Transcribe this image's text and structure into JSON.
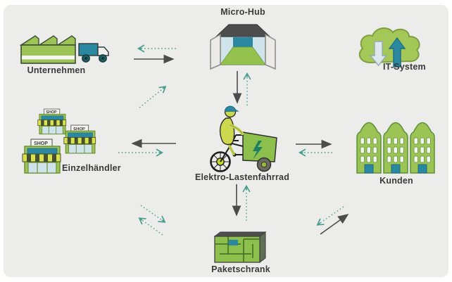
{
  "nodes": {
    "unternehmen": {
      "label": "Unternehmen"
    },
    "micro_hub": {
      "label": "Micro-Hub"
    },
    "it_system": {
      "label": "IT-System"
    },
    "einzelhaendler": {
      "label": "Einzelhändler",
      "sign_label": "SHOP"
    },
    "lastenfahrrad": {
      "label": "Elektro-Lastenfahrrad"
    },
    "kunden": {
      "label": "Kunden"
    },
    "paketschrank": {
      "label": "Paketschrank"
    }
  },
  "flows": [
    {
      "from": "Unternehmen",
      "to": "Micro-Hub",
      "style": "solid"
    },
    {
      "from": "Micro-Hub",
      "to": "Unternehmen",
      "style": "dotted"
    },
    {
      "from": "Einzelhändler",
      "to": "Micro-Hub",
      "style": "dotted"
    },
    {
      "from": "Micro-Hub",
      "to": "Elektro-Lastenfahrrad",
      "style": "solid"
    },
    {
      "from": "Elektro-Lastenfahrrad",
      "to": "Micro-Hub",
      "style": "dotted"
    },
    {
      "from": "Elektro-Lastenfahrrad",
      "to": "Einzelhändler",
      "style": "solid"
    },
    {
      "from": "Einzelhändler",
      "to": "Elektro-Lastenfahrrad",
      "style": "dotted"
    },
    {
      "from": "Elektro-Lastenfahrrad",
      "to": "Kunden",
      "style": "solid"
    },
    {
      "from": "Kunden",
      "to": "Elektro-Lastenfahrrad",
      "style": "dotted"
    },
    {
      "from": "Elektro-Lastenfahrrad",
      "to": "Paketschrank",
      "style": "solid"
    },
    {
      "from": "Paketschrank",
      "to": "Elektro-Lastenfahrrad",
      "style": "dotted"
    },
    {
      "from": "Einzelhändler",
      "to": "Paketschrank",
      "style": "dotted"
    },
    {
      "from": "Paketschrank",
      "to": "Einzelhändler",
      "style": "dotted"
    },
    {
      "from": "Paketschrank",
      "to": "Kunden",
      "style": "solid"
    },
    {
      "from": "Kunden",
      "to": "Paketschrank",
      "style": "dotted"
    }
  ],
  "colors": {
    "background": "#ececea",
    "green": "#9cc455",
    "teal": "#2a89a0",
    "dark_gray": "#4c4c4c",
    "dotted_arrow": "#4a9e8e",
    "light_blue": "#cfe4ea",
    "text": "#3a3a3a"
  }
}
